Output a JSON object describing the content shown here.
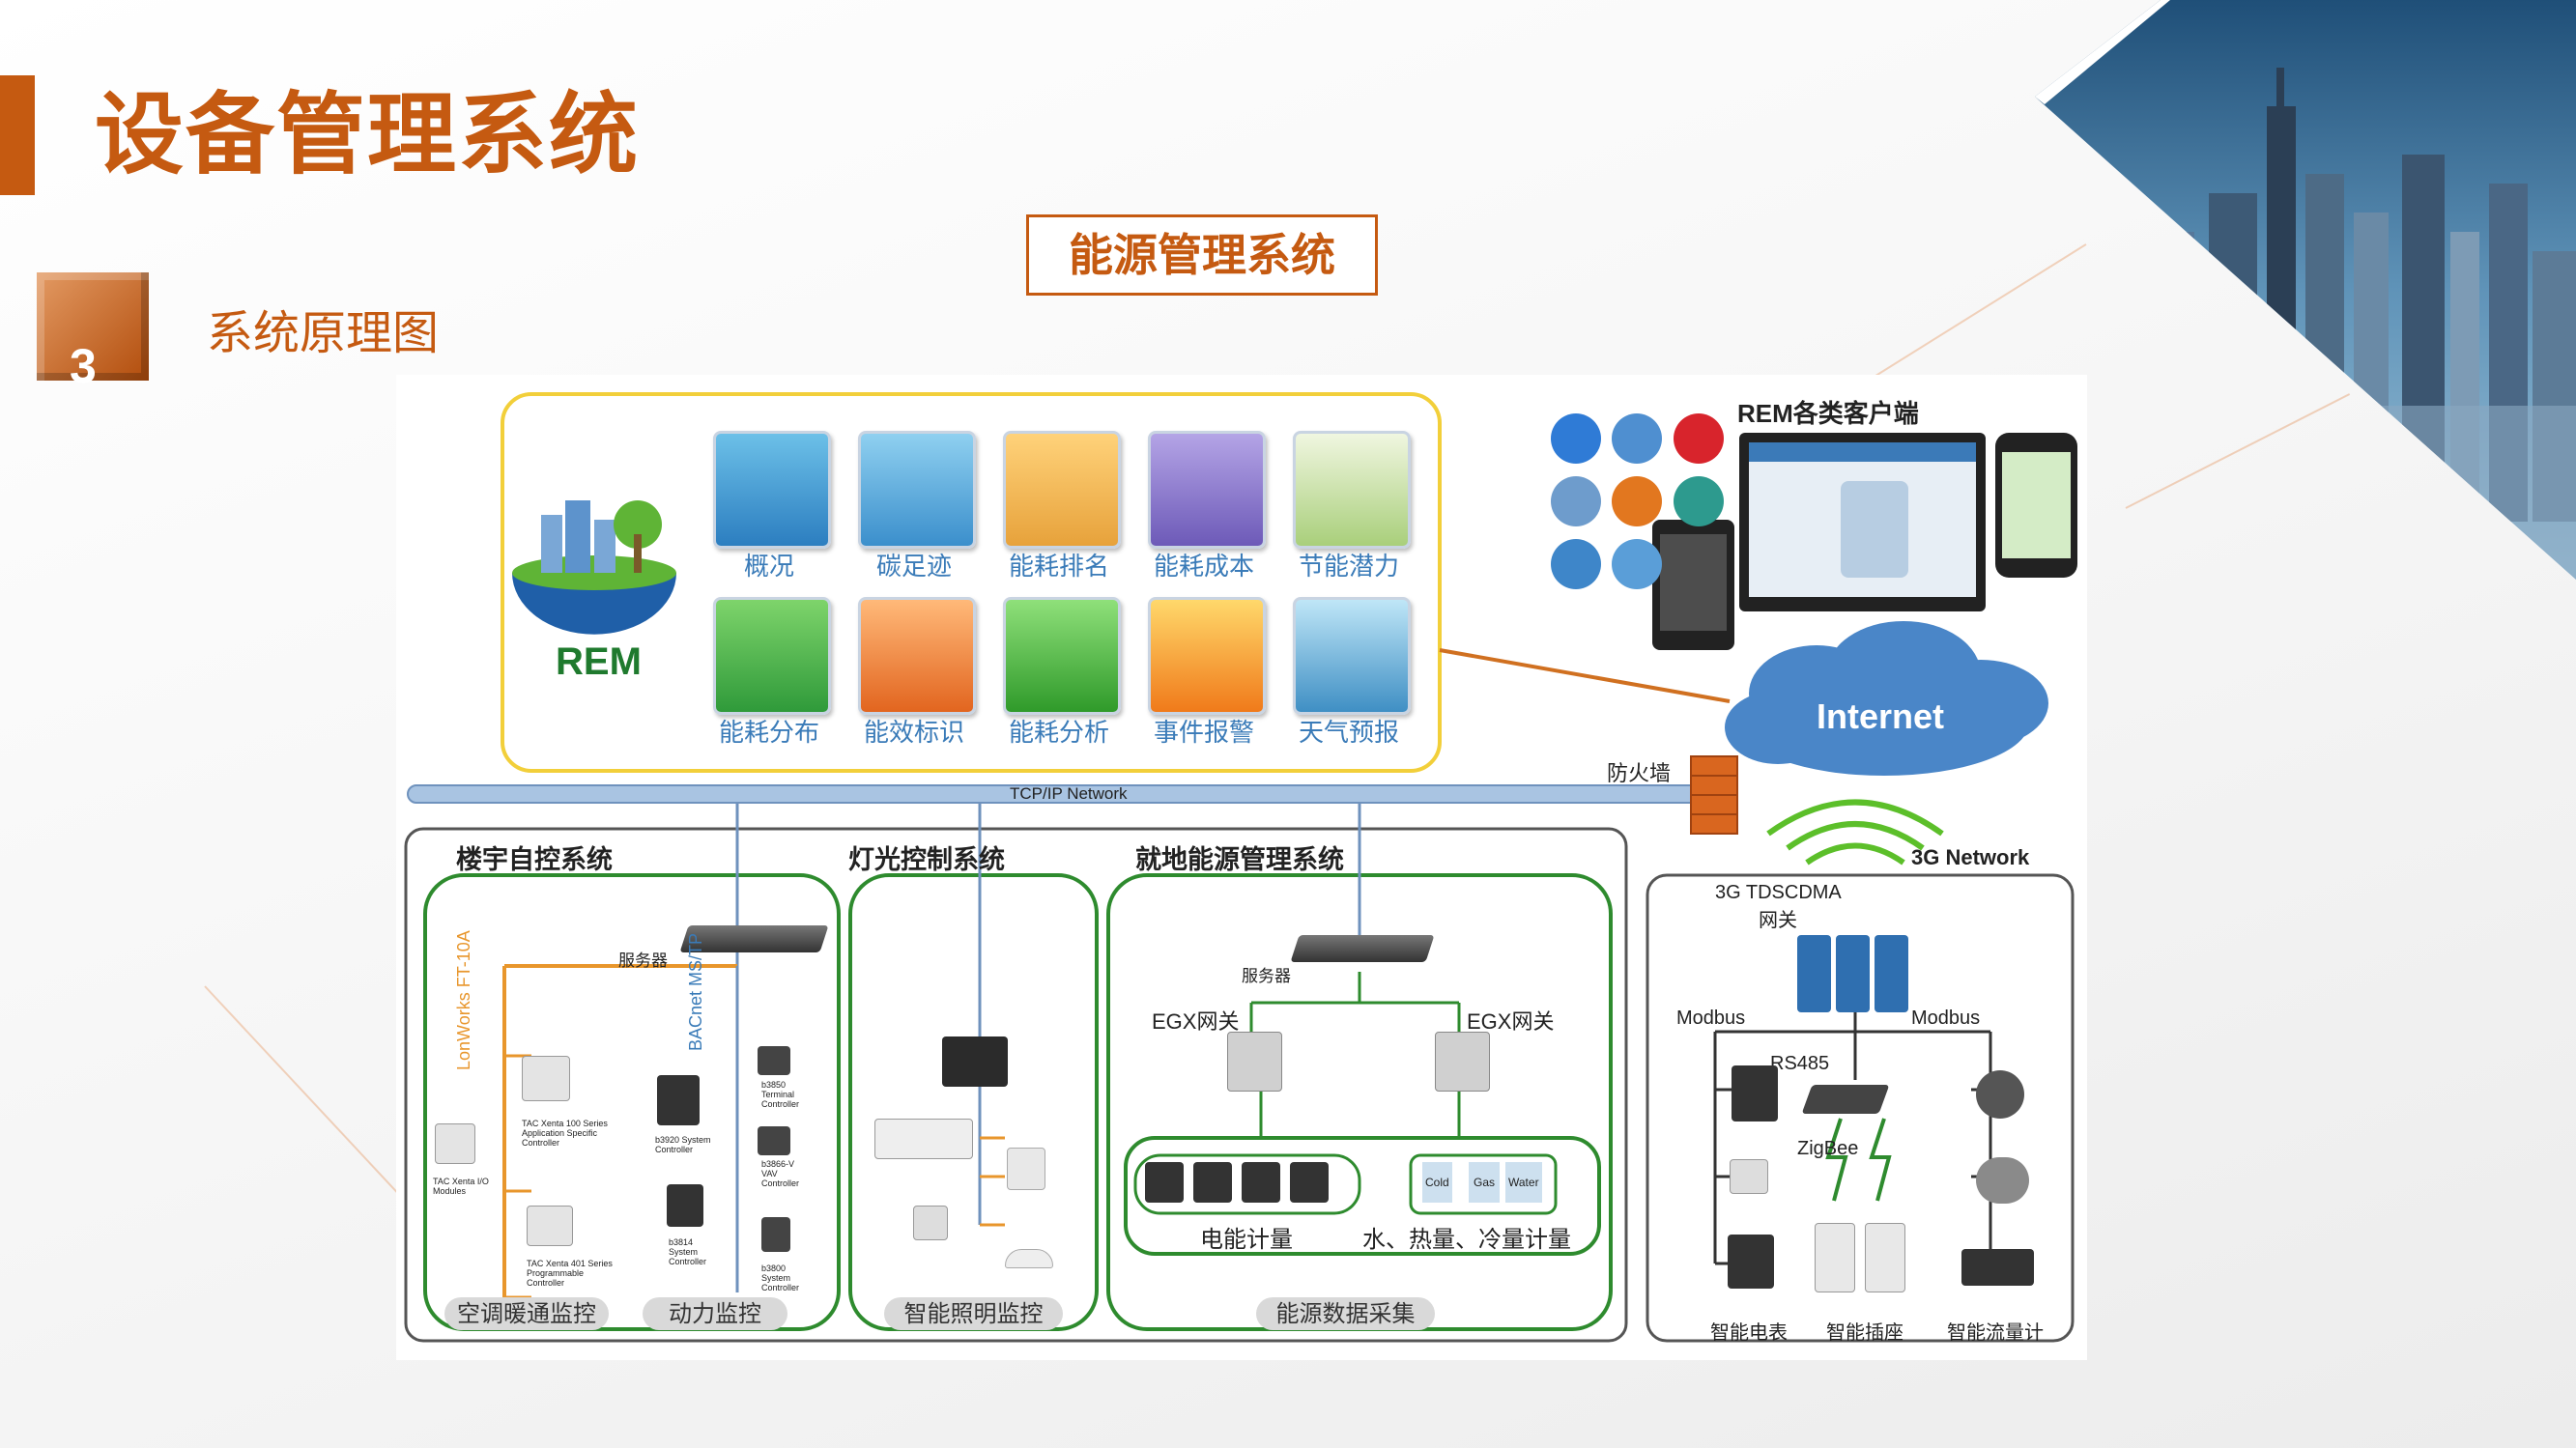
{
  "page": {
    "title": "设备管理系统",
    "section_number": "3",
    "subtitle": "系统原理图",
    "diagram_title": "能源管理系统"
  },
  "rem": {
    "logo": "REM",
    "modules": [
      "概况",
      "碳足迹",
      "能耗排名",
      "能耗成本",
      "节能潜力",
      "能耗分布",
      "能效标识",
      "能耗分析",
      "事件报警",
      "天气预报"
    ]
  },
  "clients": {
    "label": "REM各类客户端"
  },
  "network": {
    "internet": "Internet",
    "firewall": "防火墙",
    "tcpip": "TCP/IP Network",
    "g3": "3G Network"
  },
  "building": {
    "title": "楼宇自控系统",
    "server": "服务器",
    "lonworks": "LonWorks FT-10A",
    "bacnet": "BACnet MS/TP",
    "devices": [
      "TAC Xenta 100 Series Application Specific Controller",
      "TAC Xenta I/O Modules",
      "TAC Xenta 401 Series Programmable Controller",
      "b3920 System Controller",
      "b3814 System Controller",
      "b3850 Terminal Controller",
      "b3866-V VAV Controller",
      "b3800 System Controller"
    ],
    "pill_hvac": "空调暖通监控",
    "pill_power": "动力监控"
  },
  "lighting": {
    "title": "灯光控制系统",
    "pill": "智能照明监控"
  },
  "local": {
    "title": "就地能源管理系统",
    "server": "服务器",
    "egx_left": "EGX网关",
    "egx_right": "EGX网关",
    "meter_label": "电能计量",
    "water_label": "水、热量、冷量计量",
    "pill": "能源数据采集",
    "water_tags": [
      "Cold",
      "Gas",
      "Water"
    ]
  },
  "wireless": {
    "gateway": "3G TDSCDMA",
    "gateway2": "网关",
    "modbus_left": "Modbus",
    "modbus_right": "Modbus",
    "rs485": "RS485",
    "zigbee": "ZigBee",
    "meter": "智能电表",
    "socket": "智能插座",
    "flowmeter": "智能流量计"
  },
  "colors": {
    "accent": "#c55a11",
    "green": "#2e8b2e",
    "blue": "#3a7bb8",
    "orange": "#e8962c"
  }
}
